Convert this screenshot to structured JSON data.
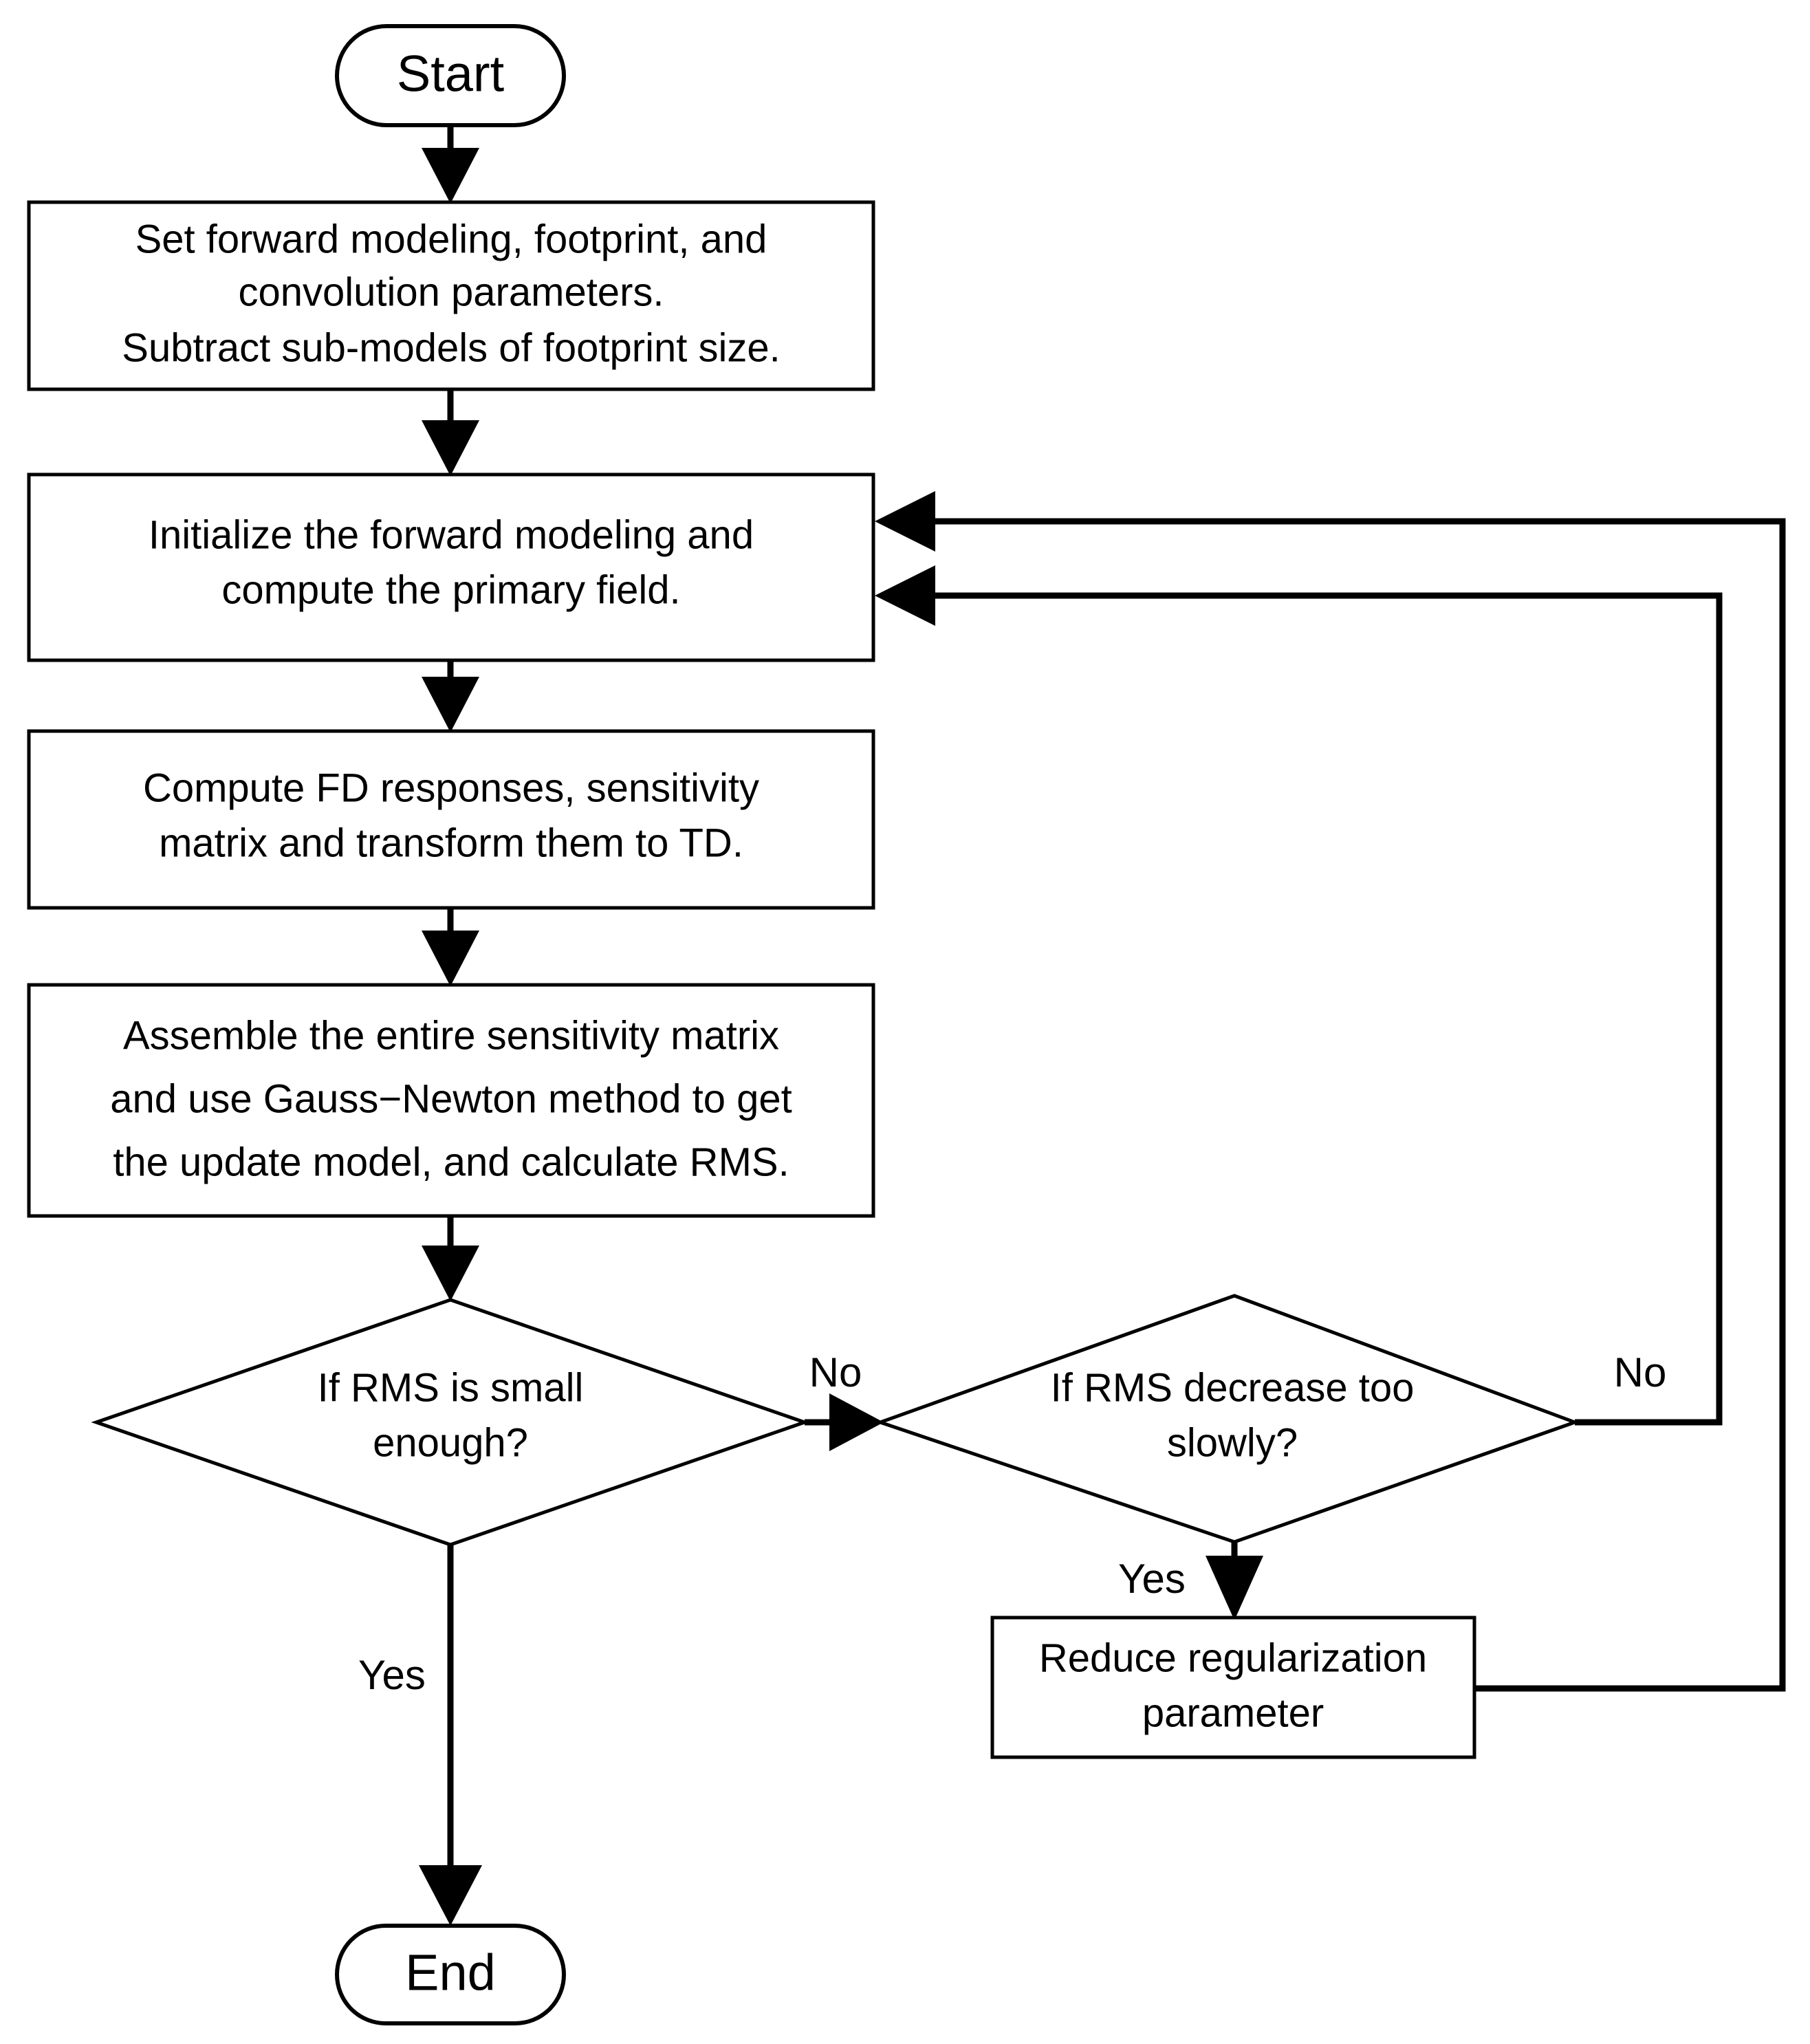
{
  "diagram": {
    "type": "flowchart",
    "orientation": "top-to-bottom",
    "background_color": "#ffffff",
    "line_color": "#000000",
    "text_color": "#000000",
    "nodes": {
      "start": {
        "shape": "terminal",
        "label": "Start"
      },
      "setup": {
        "shape": "process",
        "line1": "Set forward modeling, footprint,  and",
        "line2": "convolution parameters.",
        "line3": "Subtract sub-models of footprint size."
      },
      "initialize": {
        "shape": "process",
        "line1": "Initialize the forward modeling and",
        "line2": "compute the primary field."
      },
      "compute_fd": {
        "shape": "process",
        "line1": "Compute FD responses, sensitivity",
        "line2": "matrix and transform them to TD."
      },
      "assemble": {
        "shape": "process",
        "line1": "Assemble the entire sensitivity matrix",
        "line2": "and use Gauss−Newton method to get",
        "line3": "the update model, and calculate RMS."
      },
      "rms_small": {
        "shape": "decision",
        "line1": "If RMS is small",
        "line2": "enough?"
      },
      "rms_slow": {
        "shape": "decision",
        "line1": "If RMS decrease too",
        "line2": "slowly?"
      },
      "reduce_reg": {
        "shape": "process",
        "line1": "Reduce regularization",
        "line2": "parameter"
      },
      "end": {
        "shape": "terminal",
        "label": "End"
      }
    },
    "edge_labels": {
      "rms_small_no": "No",
      "rms_small_yes": "Yes",
      "rms_slow_no": "No",
      "rms_slow_yes": "Yes"
    },
    "edges": [
      {
        "from": "start",
        "to": "setup",
        "label": ""
      },
      {
        "from": "setup",
        "to": "initialize",
        "label": ""
      },
      {
        "from": "initialize",
        "to": "compute_fd",
        "label": ""
      },
      {
        "from": "compute_fd",
        "to": "assemble",
        "label": ""
      },
      {
        "from": "assemble",
        "to": "rms_small",
        "label": ""
      },
      {
        "from": "rms_small",
        "to": "rms_slow",
        "label": "No"
      },
      {
        "from": "rms_small",
        "to": "end",
        "label": "Yes"
      },
      {
        "from": "rms_slow",
        "to": "reduce_reg",
        "label": "Yes"
      },
      {
        "from": "rms_slow",
        "to": "initialize",
        "label": "No"
      },
      {
        "from": "reduce_reg",
        "to": "initialize",
        "label": ""
      }
    ]
  }
}
